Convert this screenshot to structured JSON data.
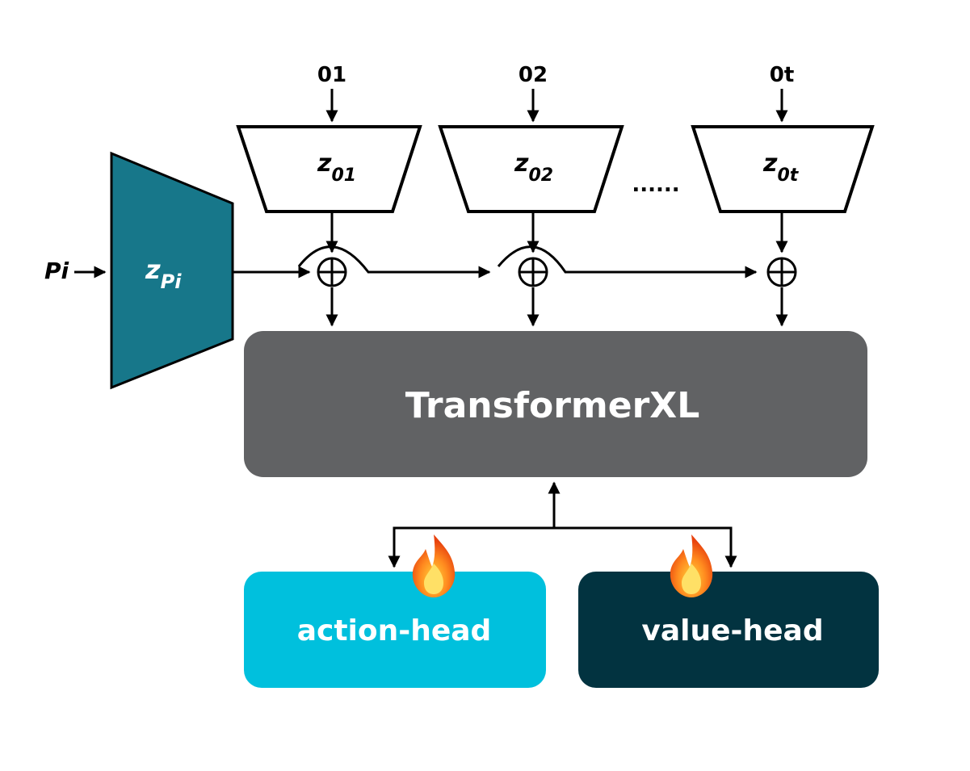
{
  "inputs": {
    "obs1": "01",
    "obs2": "02",
    "obst": "0t",
    "prompt": "Pi"
  },
  "encoders": {
    "prompt": {
      "main": "z",
      "sub": "Pi",
      "color": "#17778a"
    },
    "obs1": {
      "main": "z",
      "sub": "01"
    },
    "obs2": {
      "main": "z",
      "sub": "02"
    },
    "obst": {
      "main": "z",
      "sub": "0t"
    }
  },
  "ellipsis": "......",
  "transformer": {
    "label": "TransformerXL",
    "color": "#616264"
  },
  "heads": {
    "action": {
      "label": "action-head",
      "color": "#00c0dd"
    },
    "value": {
      "label": "value-head",
      "color": "#023340"
    }
  },
  "icons": {
    "trainable": "fire-icon"
  }
}
